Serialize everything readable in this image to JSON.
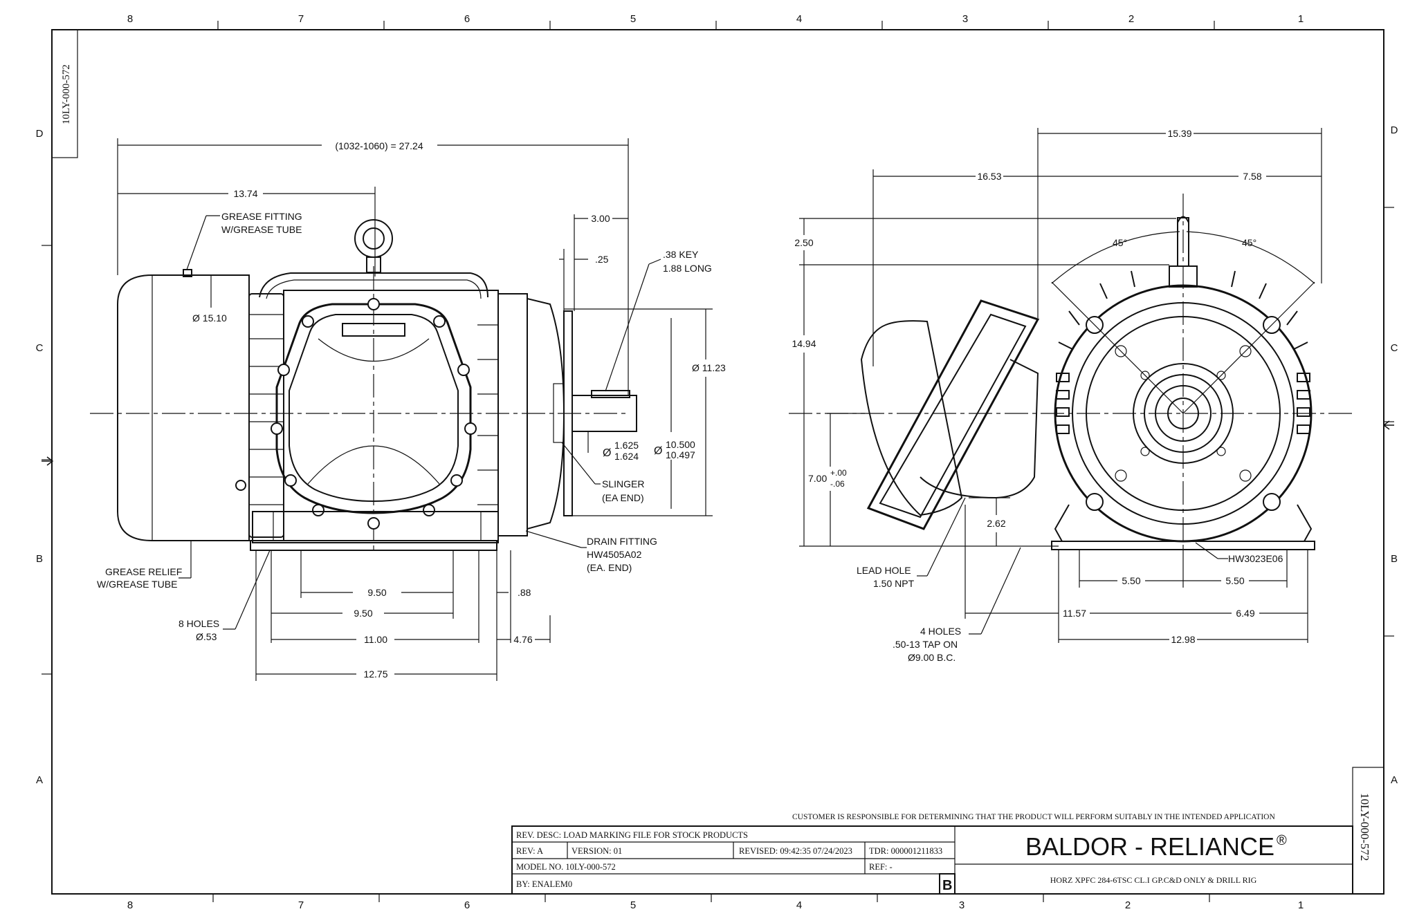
{
  "sheet": {
    "top_zones": [
      "8",
      "7",
      "6",
      "5",
      "4",
      "3",
      "2",
      "1"
    ],
    "side_zones": [
      "D",
      "C",
      "B",
      "A"
    ],
    "id_stamp": "10LY-000-572"
  },
  "side_view": {
    "dims": {
      "overall": "(1032-1060) = 27.24",
      "d_13_74": "13.74",
      "d_3_00": "3.00",
      "d_25": ".25",
      "key_1": ".38 KEY",
      "key_2": "1.88 LONG",
      "grease_fit_1": "GREASE FITTING",
      "grease_fit_2": "W/GREASE TUBE",
      "dia_15_10": "Ø 15.10",
      "dia_11_23": "Ø 11.23",
      "shaft_a": "1.625",
      "shaft_b": "1.624",
      "pilot_a": "10.500",
      "pilot_b": "10.497",
      "phi": "Ø",
      "slinger_1": "SLINGER",
      "slinger_2": "(EA END)",
      "drain_1": "DRAIN FITTING",
      "drain_2": "HW4505A02",
      "drain_3": "(EA. END)",
      "relief_1": "GREASE RELIEF",
      "relief_2": "W/GREASE TUBE",
      "holes_1": "8 HOLES",
      "holes_2": "Ø.53",
      "d_9_50a": "9.50",
      "d_9_50b": "9.50",
      "d_88": ".88",
      "d_11_00": "11.00",
      "d_4_76": "4.76",
      "d_12_75": "12.75"
    }
  },
  "end_view": {
    "dims": {
      "d_15_39": "15.39",
      "d_16_53": "16.53",
      "d_7_58": "7.58",
      "d_2_50": "2.50",
      "ang_l": "45°",
      "ang_r": "45°",
      "d_14_94": "14.94",
      "d_7_00": "7.00",
      "tol_up": "+.00",
      "tol_dn": "-.06",
      "d_2_62": "2.62",
      "lead_1": "LEAD HOLE",
      "lead_2": "1.50 NPT",
      "hw": "HW3023E06",
      "d_5_50a": "5.50",
      "d_5_50b": "5.50",
      "d_11_57": "11.57",
      "d_6_49": "6.49",
      "d_12_98": "12.98",
      "tap_1": "4 HOLES",
      "tap_2": ".50-13 TAP ON",
      "tap_3": "Ø9.00 B.C."
    }
  },
  "title_block": {
    "disclaimer": "CUSTOMER IS RESPONSIBLE FOR DETERMINING THAT THE PRODUCT WILL PERFORM SUITABLY IN THE INTENDED APPLICATION",
    "rev_desc": "REV. DESC: LOAD MARKING FILE FOR STOCK PRODUCTS",
    "rev": "REV:  A",
    "version": "VERSION:  01",
    "revised": "REVISED:  09:42:35 07/24/2023",
    "tdr": "TDR:  000001211833",
    "model": "MODEL NO.   10LY-000-572",
    "ref": "REF:  -",
    "by": "BY: ENALEM0",
    "size": "B",
    "brand": "BALDOR - RELIANCE",
    "brand_mark": "®",
    "description": "HORZ XPFC 284-6TSC CL.I GP.C&D ONLY & DRILL RIG"
  }
}
